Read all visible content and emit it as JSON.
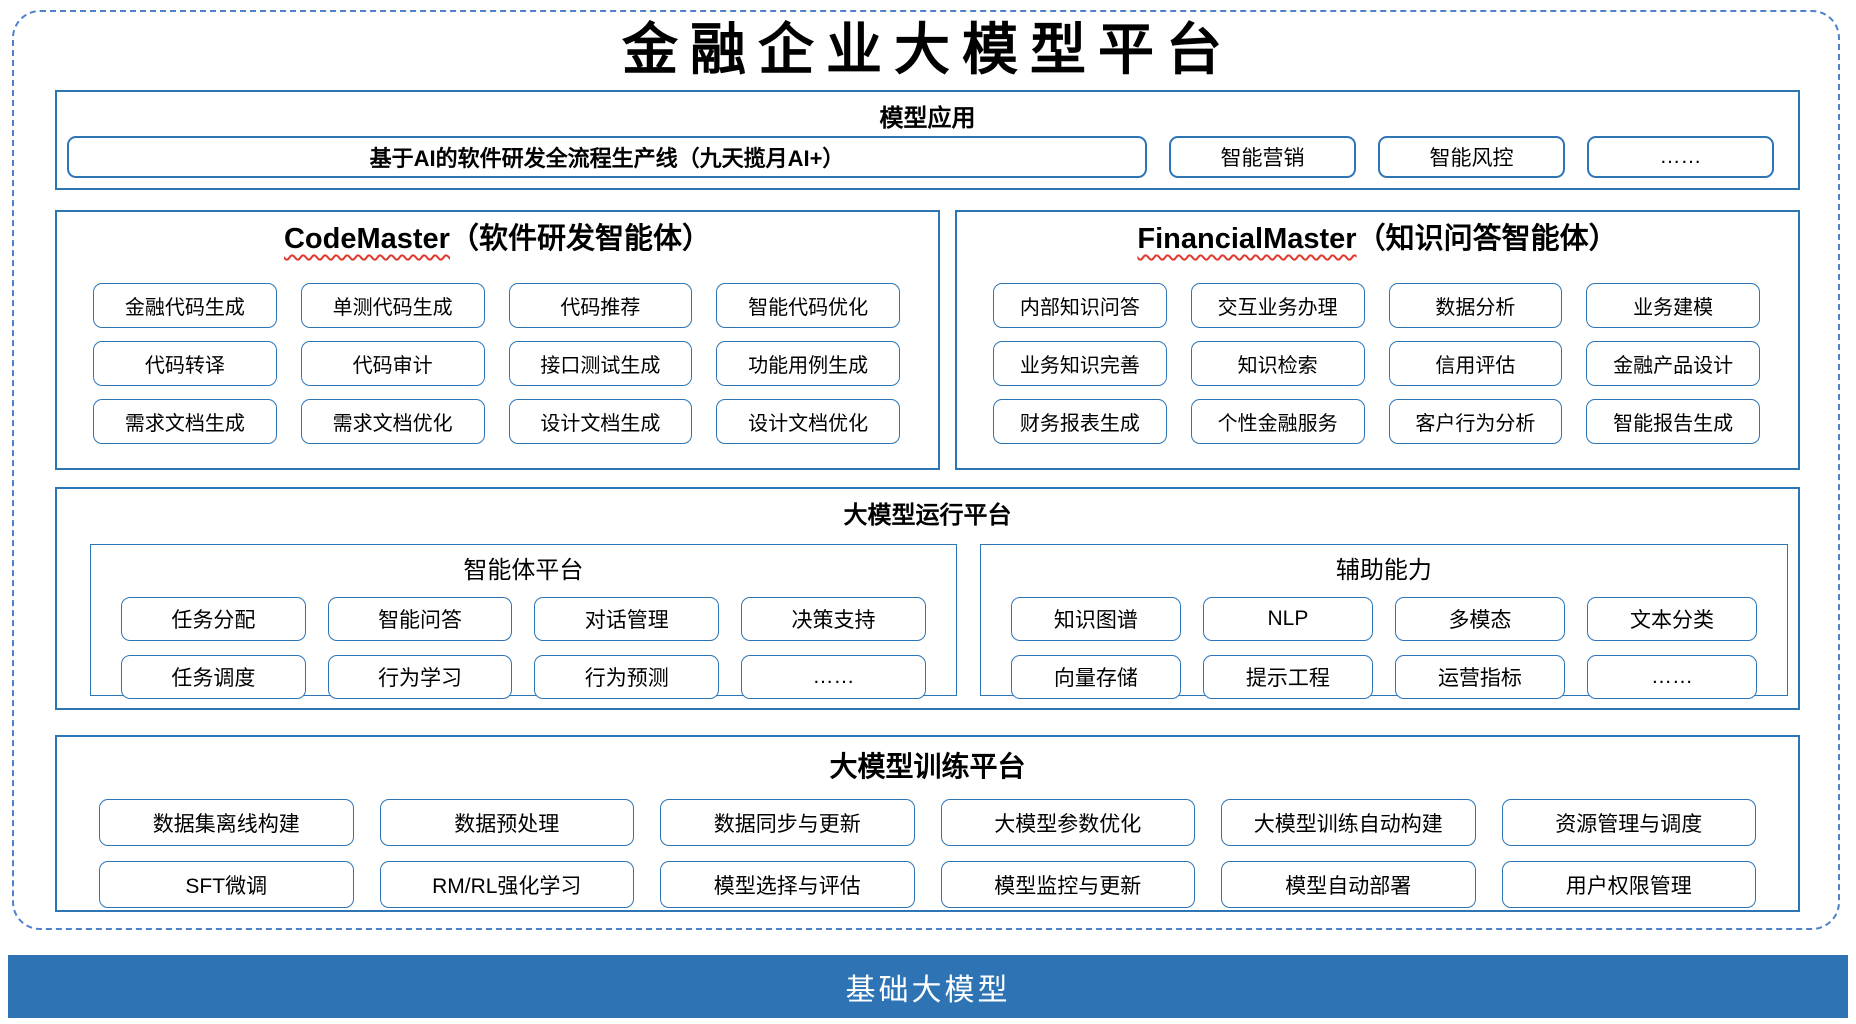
{
  "frame": {
    "title": "金融企业大模型平台"
  },
  "model_app": {
    "header": "模型应用",
    "pipeline": "基于AI的软件研发全流程生产线（九天揽月AI+）",
    "items": [
      "智能营销",
      "智能风控",
      "……"
    ]
  },
  "code_master": {
    "name": "CodeMaster",
    "subtitle": "（软件研发智能体）",
    "items": [
      "金融代码生成",
      "单测代码生成",
      "代码推荐",
      "智能代码优化",
      "代码转译",
      "代码审计",
      "接口测试生成",
      "功能用例生成",
      "需求文档生成",
      "需求文档优化",
      "设计文档生成",
      "设计文档优化"
    ]
  },
  "financial_master": {
    "name": "FinancialMaster",
    "subtitle": "（知识问答智能体）",
    "items": [
      "内部知识问答",
      "交互业务办理",
      "数据分析",
      "业务建模",
      "业务知识完善",
      "知识检索",
      "信用评估",
      "金融产品设计",
      "财务报表生成",
      "个性金融服务",
      "客户行为分析",
      "智能报告生成"
    ]
  },
  "runtime_platform": {
    "header": "大模型运行平台",
    "agent_platform": {
      "title": "智能体平台",
      "items": [
        "任务分配",
        "智能问答",
        "对话管理",
        "决策支持",
        "任务调度",
        "行为学习",
        "行为预测",
        "……"
      ]
    },
    "auxiliary": {
      "title": "辅助能力",
      "items": [
        "知识图谱",
        "NLP",
        "多模态",
        "文本分类",
        "向量存储",
        "提示工程",
        "运营指标",
        "……"
      ]
    }
  },
  "training_platform": {
    "header": "大模型训练平台",
    "items": [
      "数据集离线构建",
      "数据预处理",
      "数据同步与更新",
      "大模型参数优化",
      "大模型训练自动构建",
      "资源管理与调度",
      "SFT微调",
      "RM/RL强化学习",
      "模型选择与评估",
      "模型监控与更新",
      "模型自动部署",
      "用户权限管理"
    ]
  },
  "base_model": {
    "label": "基础大模型"
  },
  "colors": {
    "section_border": "#2e75b6",
    "dashed_border": "#4f81ce",
    "base_bar": "#2e74b5",
    "squiggle_red": "#e0392f",
    "text": "#000000"
  }
}
